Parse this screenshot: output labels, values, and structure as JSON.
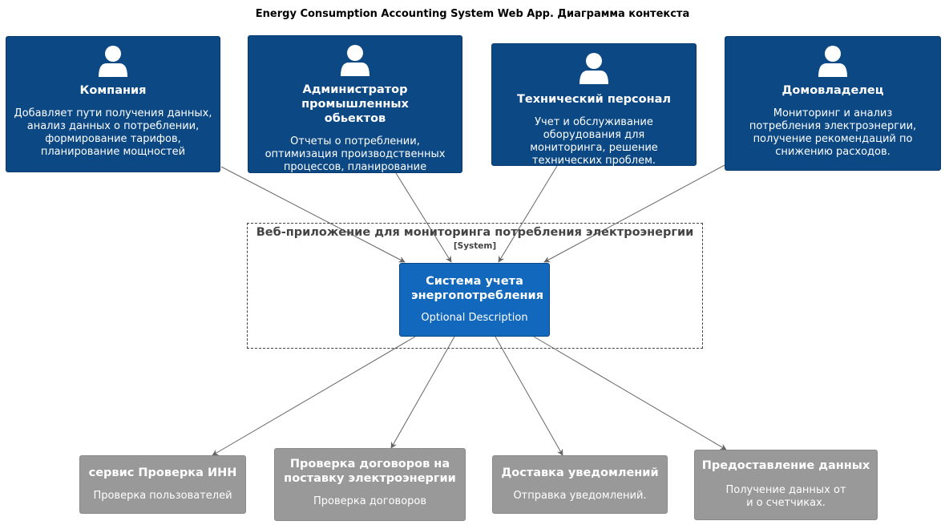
{
  "title": "Energy Consumption Accounting System Web App. Диаграмма контекста",
  "colors": {
    "person": "#0b4884",
    "system": "#1168bd",
    "external": "#999999",
    "arrow": "#666666"
  },
  "persons": [
    {
      "name": "Компания",
      "description": "Добавляет пути получения данных, анализ данных о потреблении, формирование тарифов, планирование мощностей",
      "icon": "person-icon"
    },
    {
      "name": "Администратор промышленных обьектов",
      "description": "Отчеты о потреблении, оптимизация производственных процессов, планирование бюджета",
      "icon": "person-icon"
    },
    {
      "name": "Технический персонал",
      "description": "Учет и обслуживание оборудования для мониторинга, решение технических проблем.",
      "icon": "person-icon"
    },
    {
      "name": "Домовладелец",
      "description": "Мониторинг и анализ потребления электроэнергии, получение рекомендаций по снижению расходов.",
      "icon": "person-icon"
    }
  ],
  "boundary": {
    "name": "Веб-приложение для мониторинга потребления электроэнергии",
    "type": "[System]"
  },
  "system": {
    "name": "Система учета энергопотребления",
    "description": "Optional Description"
  },
  "external_systems": [
    {
      "name": "сервис Проверка ИНН",
      "description": "Проверка пользователей"
    },
    {
      "name": "Проверка договоров на поставку электроэнергии",
      "description": "Проверка договоров"
    },
    {
      "name": "Доставка уведомлений",
      "description": "Отправка уведомлений."
    },
    {
      "name": "Предоставление данных",
      "description": "Получение данных от и о счетчиках."
    }
  ]
}
